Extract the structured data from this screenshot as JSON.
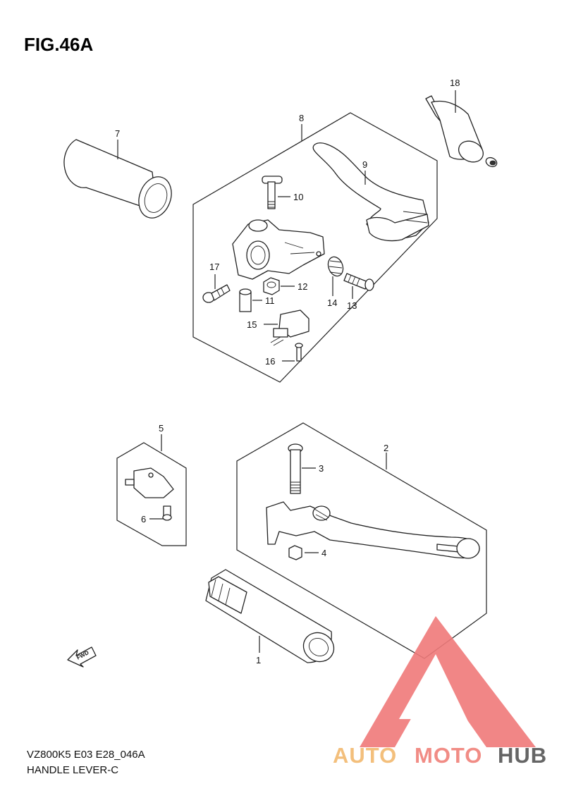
{
  "figure_title": "FIG.46A",
  "footer": {
    "model_code": "VZ800K5 E03 E28_046A",
    "diagram_name": "HANDLE LEVER-C"
  },
  "callouts": [
    "1",
    "2",
    "3",
    "4",
    "5",
    "6",
    "7",
    "8",
    "9",
    "10",
    "11",
    "12",
    "13",
    "14",
    "15",
    "16",
    "17",
    "18"
  ],
  "fwd_label": "FWD",
  "watermark": {
    "part1": "AUTO",
    "part2": "MOTO",
    "part3": "HUB",
    "color1": "#f2b96e",
    "color2": "#f08078",
    "color3": "#555555",
    "triangle_color": "#f07a7a"
  }
}
